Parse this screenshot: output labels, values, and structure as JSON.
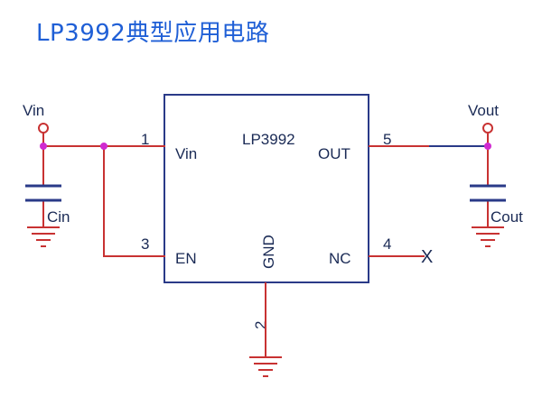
{
  "title": "LP3992典型应用电路",
  "colors": {
    "title": "#1f5fd6",
    "chip_outline": "#2a3a88",
    "wire_red": "#c83232",
    "wire_blue": "#2a3a88",
    "ground": "#c83232",
    "node": "#d02ad0",
    "text": "#1a2a55"
  },
  "chip": {
    "name": "LP3992",
    "pins": [
      {
        "number": "1",
        "label": "Vin"
      },
      {
        "number": "3",
        "label": "EN"
      },
      {
        "number": "2",
        "label": "GND"
      },
      {
        "number": "5",
        "label": "OUT"
      },
      {
        "number": "4",
        "label": "NC"
      }
    ]
  },
  "nets": {
    "input": "Vin",
    "output": "Vout"
  },
  "components": {
    "cin": "Cin",
    "cout": "Cout"
  },
  "no_connect_symbol": "X"
}
